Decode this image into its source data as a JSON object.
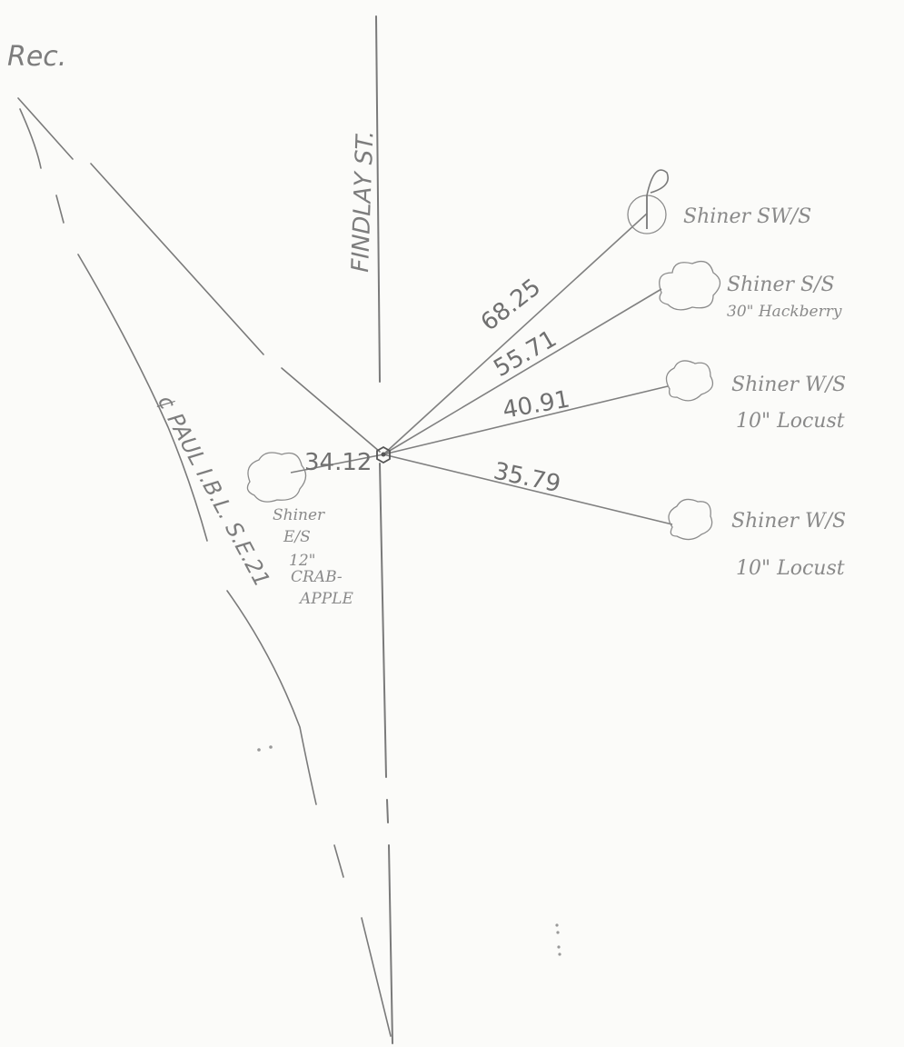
{
  "header": {
    "rec_label": "Rec."
  },
  "street": {
    "name": "FINDLAY ST."
  },
  "centerline": {
    "label": "¢ PAUL I.B.L. S.E.21"
  },
  "ties": [
    {
      "distance": "68.25",
      "title": "Shiner SW/S",
      "detail": ""
    },
    {
      "distance": "55.71",
      "title": "Shiner S/S",
      "detail": "30\" Hackberry"
    },
    {
      "distance": "40.91",
      "title": "Shiner W/S",
      "detail": "10\" Locust"
    },
    {
      "distance": "35.79",
      "title": "Shiner W/S",
      "detail": "10\" Locust"
    },
    {
      "distance": "34.12",
      "title": "Shiner",
      "detail": "E/S",
      "extra": [
        "12\"",
        "CRAB-",
        "APPLE"
      ]
    }
  ]
}
